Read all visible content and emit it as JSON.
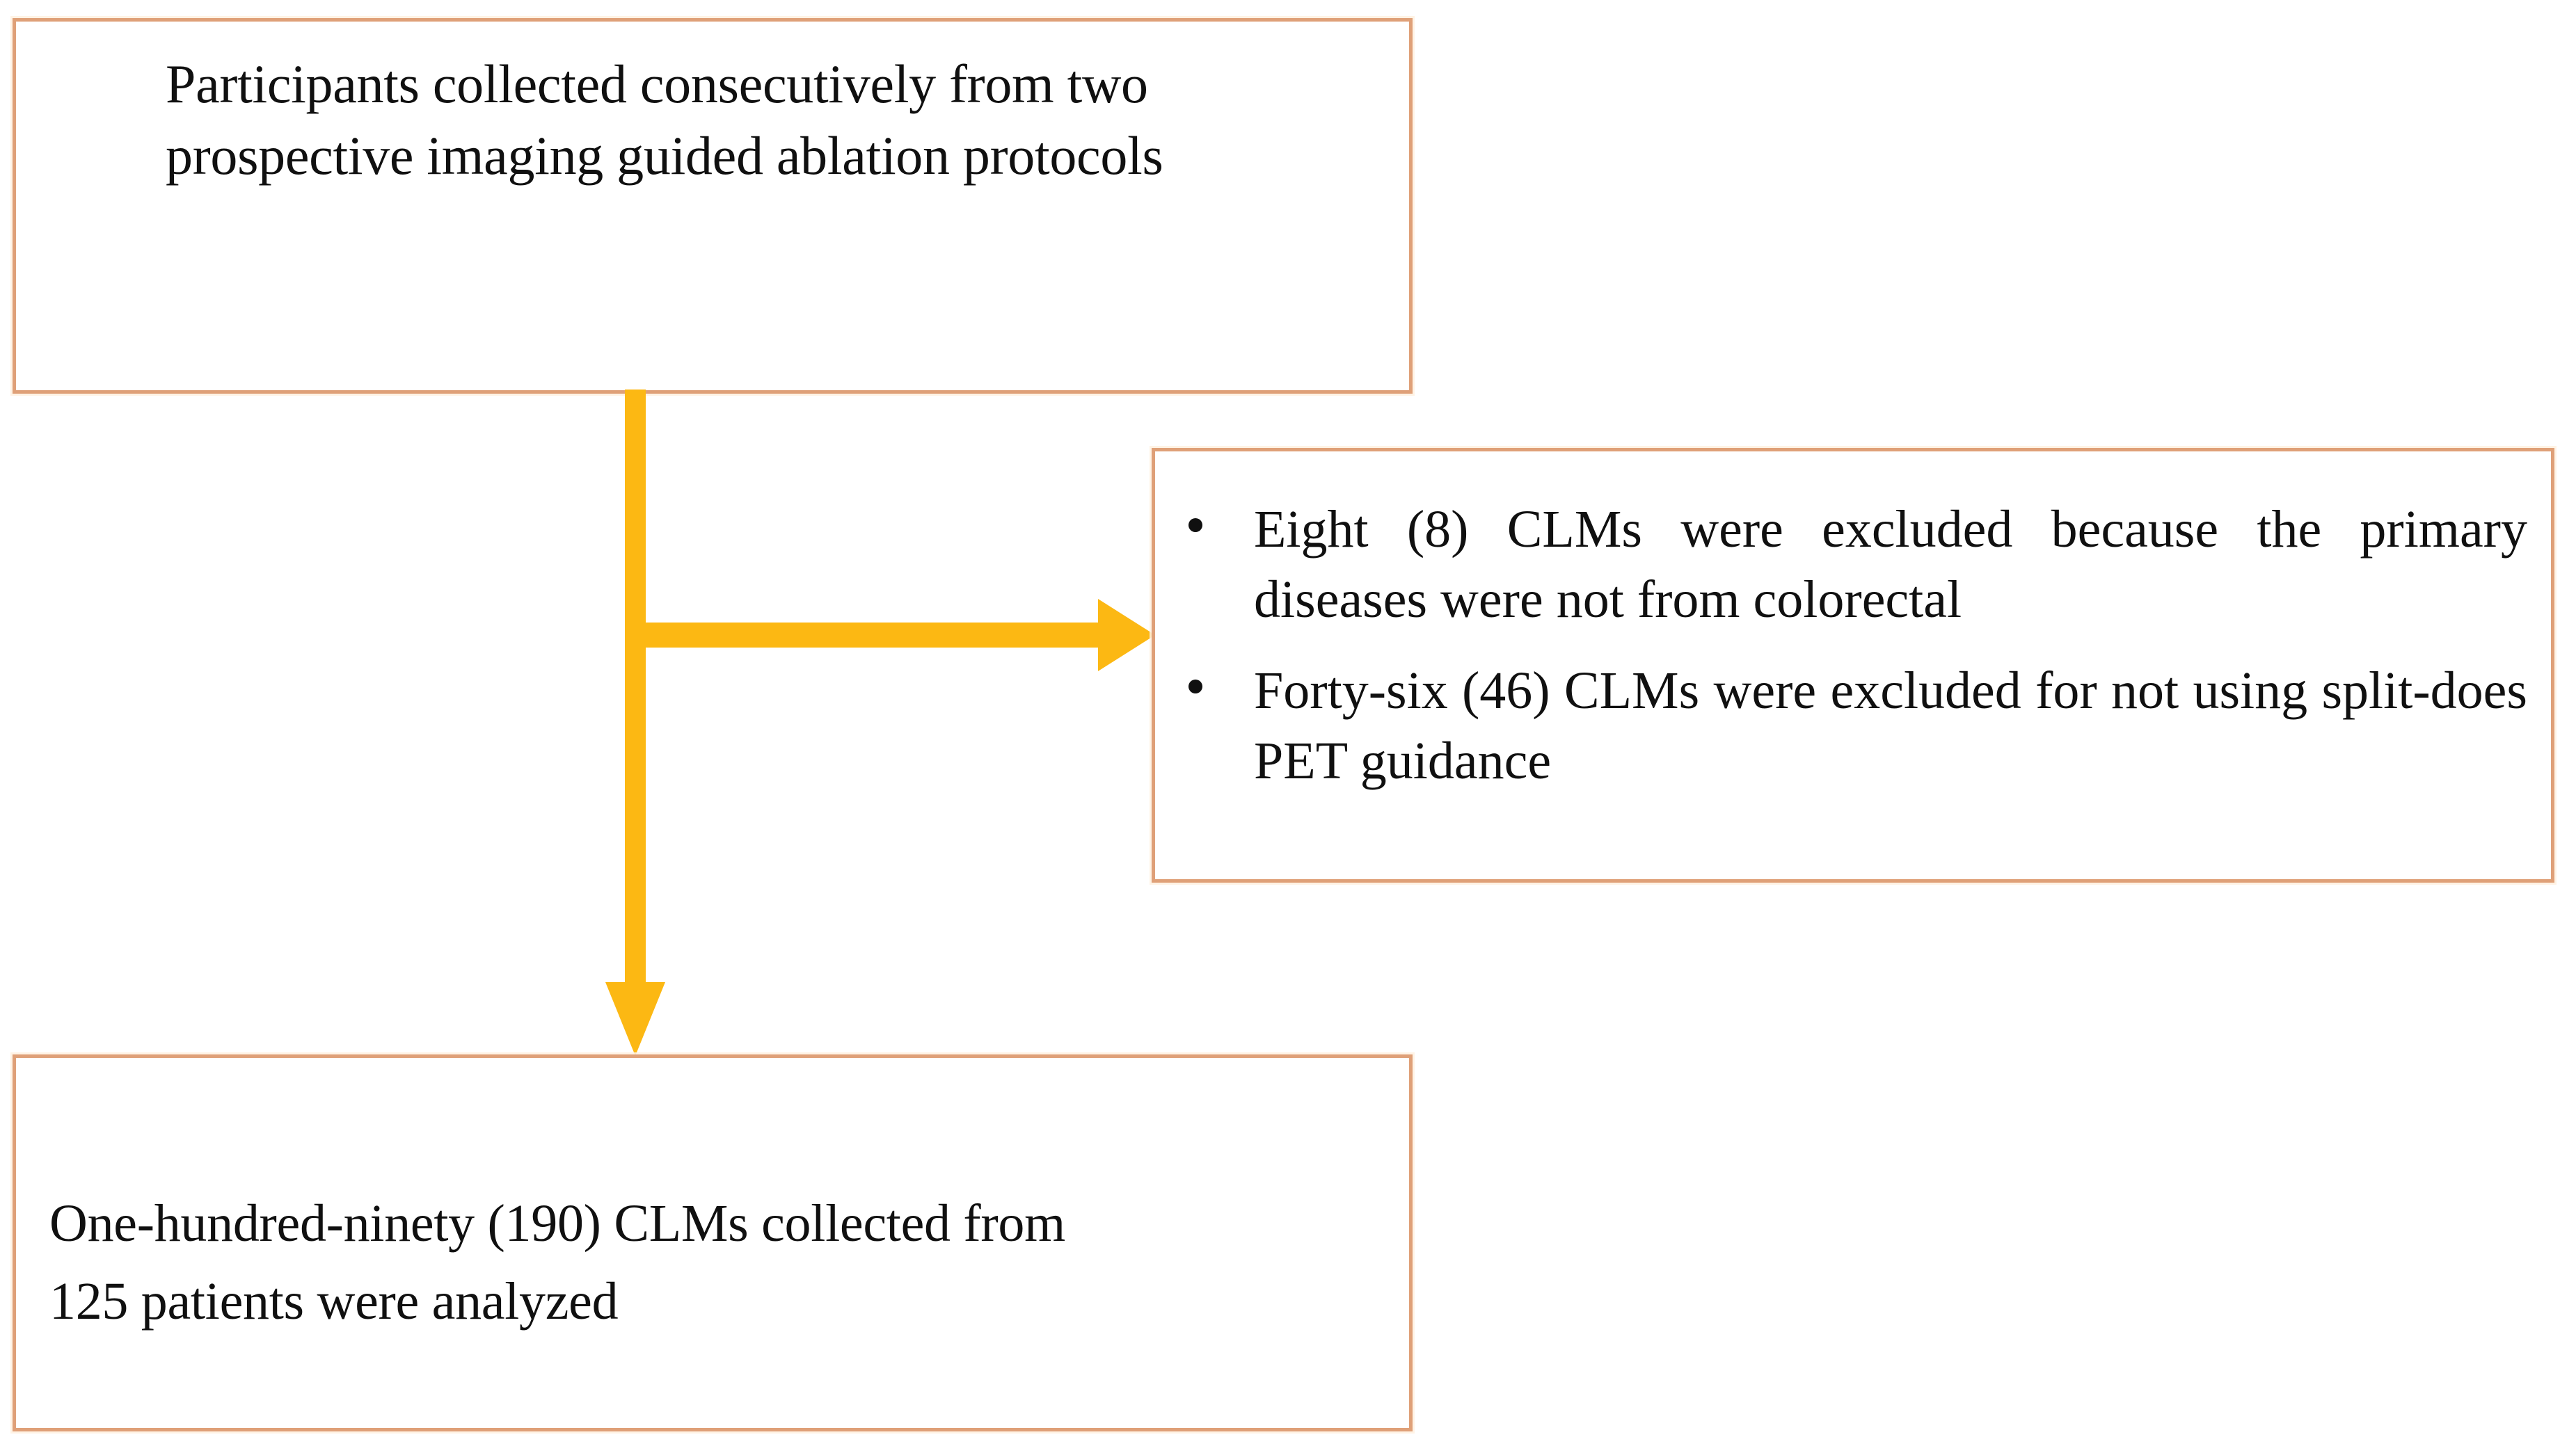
{
  "diagram": {
    "type": "flowchart",
    "title": "Participant / CLM selection flow",
    "palette": {
      "box_border": "#dfa078",
      "box_fill": "#ffffff",
      "arrow": "#fcb813",
      "text": "#101010",
      "background": "#ffffff"
    },
    "nodes": [
      {
        "id": "enrollment",
        "role": "source-population",
        "lines": [
          "Participants collected consecutively from two",
          "prospective imaging guided ablation protocols"
        ]
      },
      {
        "id": "exclusions",
        "role": "excluded",
        "bullets": [
          "Eight (8) CLMs were excluded because the primary diseases were not from colorectal",
          "Forty-six (46) CLMs were excluded for not using split-does PET guidance"
        ],
        "counts": {
          "non_colorectal_primary_clms": 8,
          "no_split_dose_pet_guidance_clms": 46
        }
      },
      {
        "id": "analyzed",
        "role": "final-analysis-set",
        "lines": [
          "One-hundred-ninety (190) CLMs collected from",
          "125 patients were analyzed"
        ],
        "counts": {
          "clms_analyzed": 190,
          "patients_analyzed": 125
        }
      }
    ],
    "connectors": [
      {
        "id": "trunk",
        "from": "enrollment",
        "to": "analyzed",
        "direction": "down",
        "head": "arrow"
      },
      {
        "id": "branch",
        "from": "trunk",
        "to": "exclusions",
        "direction": "right",
        "head": "arrow"
      }
    ]
  }
}
